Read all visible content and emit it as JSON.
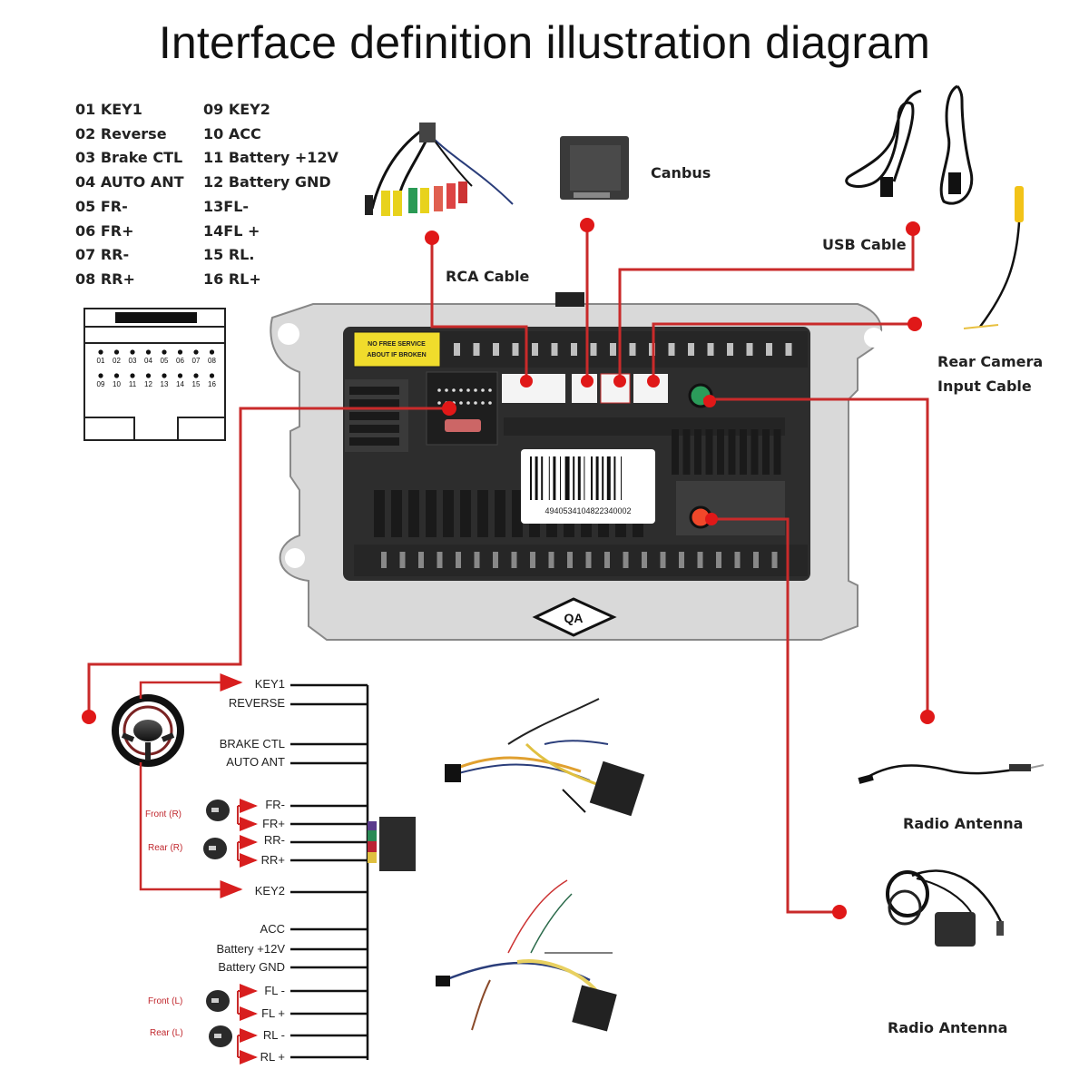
{
  "title": "Interface definition illustration diagram",
  "accent_color": "#d81e1e",
  "pin_legend": {
    "col1": [
      "01 KEY1",
      "02 Reverse",
      "03 Brake CTL",
      "04 AUTO ANT",
      "05 FR-",
      "06 FR+",
      "07 RR-",
      "08 RR+"
    ],
    "col2": [
      "09 KEY2",
      "10 ACC",
      "11 Battery +12V",
      "12 Battery GND",
      "13FL-",
      "14FL +",
      "15 RL.",
      "16 RL+"
    ]
  },
  "connector_pins": {
    "row1": [
      "01",
      "02",
      "03",
      "04",
      "05",
      "06",
      "07",
      "08"
    ],
    "row2": [
      "09",
      "10",
      "11",
      "12",
      "13",
      "14",
      "15",
      "16"
    ]
  },
  "accessories": {
    "rca_cable": "RCA Cable",
    "canbus": "Canbus",
    "usb_cable": "USB Cable",
    "rear_camera": [
      "Rear Camera",
      "Input Cable"
    ],
    "radio_antenna_1": "Radio Antenna",
    "radio_antenna_2": "Radio Antenna"
  },
  "head_unit": {
    "warning_sticker": [
      "NO FREE SERVICE",
      "ABOUT IF BROKEN"
    ],
    "barcode_number": "4940534104822340002",
    "qa_stamp": "QA"
  },
  "wiring": {
    "upper_wires": [
      "KEY1",
      "REVERSE",
      "BRAKE CTL",
      "AUTO ANT",
      "FR-",
      "FR+",
      "RR-",
      "RR+",
      "KEY2"
    ],
    "lower_wires": [
      "ACC",
      "Battery +12V",
      "Battery GND",
      "FL -",
      "FL +",
      "RL -",
      "RL +"
    ],
    "speakers": [
      "Front (R)",
      "Rear (R)",
      "Front (L)",
      "Rear (L)"
    ]
  }
}
